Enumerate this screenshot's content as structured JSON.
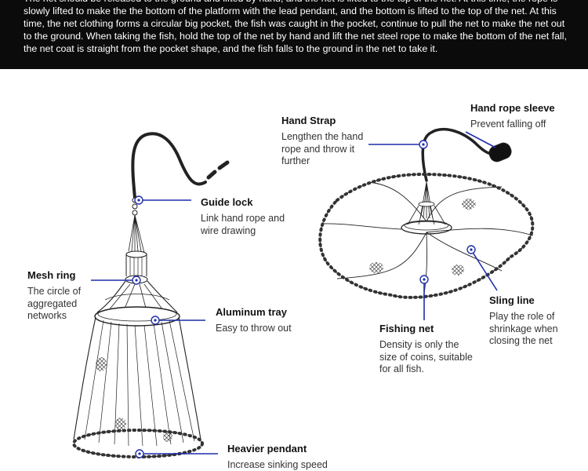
{
  "banner": {
    "text": "The net should be released to the ground and lifted by hand, and the net is lifted to the top of the net. At this time, the rope is slowly lifted to make the  the bottom of the platform with the lead pendant, and the bottom is lifted to the top of the net. At this time, the net clothing forms a circular big pocket, the fish was caught in the pocket, continue to pull the net to make the net out to the ground. When taking the fish, hold the top of the net by hand and lift the net steel rope to make the bottom of the net fall, the net coat is straight from the pocket shape, and the fish falls to the ground in the net to take it."
  },
  "callouts": {
    "guide_lock": {
      "title": "Guide lock",
      "desc": "Link hand rope and wire drawing"
    },
    "mesh_ring": {
      "title": "Mesh ring",
      "desc": "The circle of aggregated networks"
    },
    "aluminum_tray": {
      "title": "Aluminum tray",
      "desc": "Easy to throw out"
    },
    "heavier_pendant": {
      "title": "Heavier pendant",
      "desc": "Increase sinking speed"
    },
    "hand_strap": {
      "title": "Hand Strap",
      "desc": "Lengthen the hand rope and throw it further"
    },
    "hand_rope_sleeve": {
      "title": "Hand rope sleeve",
      "desc": "Prevent falling off"
    },
    "sling_line": {
      "title": "Sling line",
      "desc": "Play the role of shrinkage when closing the net"
    },
    "fishing_net": {
      "title": "Fishing net",
      "desc": "Density is only the size of coins, suitable for all fish."
    }
  },
  "colors": {
    "callout_accent": "#1f2ea8",
    "banner_background": "#0b0b0b",
    "banner_text": "#ffffff"
  }
}
